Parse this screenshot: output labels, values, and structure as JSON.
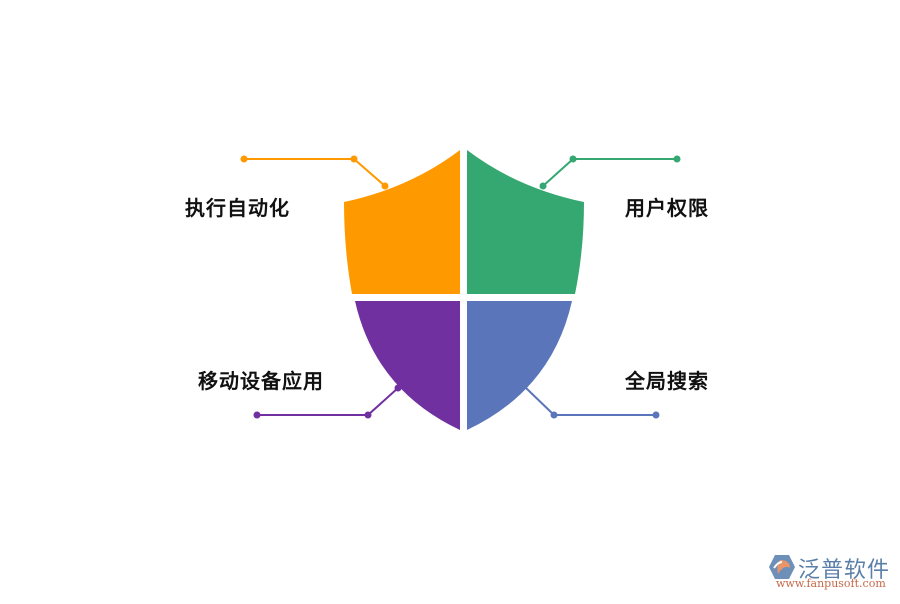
{
  "diagram": {
    "quadrants": [
      {
        "id": "top-left",
        "label": "执行自动化",
        "color": "#FF9900"
      },
      {
        "id": "top-right",
        "label": "用户权限",
        "color": "#35A771"
      },
      {
        "id": "bottom-left",
        "label": "移动设备应用",
        "color": "#7030A0"
      },
      {
        "id": "bottom-right",
        "label": "全局搜索",
        "color": "#5B75BA"
      }
    ]
  },
  "logo": {
    "name": "泛普软件",
    "url": "www.fanpusoft.com"
  }
}
